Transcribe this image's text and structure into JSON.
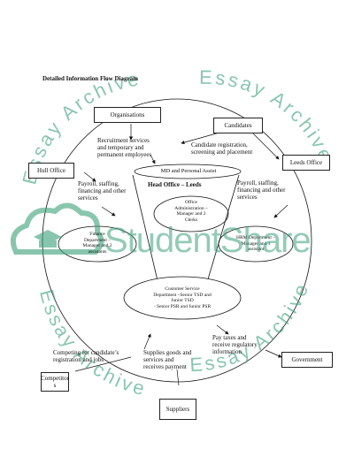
{
  "title": "Detailed Information Flow Diagram",
  "boxes": {
    "organisations": "Organisations",
    "candidates": "Candidates",
    "hull_office": "Hull Office",
    "leeds_office": "Leeds Office",
    "government": "Government",
    "competitors_line1": "Competitor",
    "competitors_line2": "s",
    "suppliers": "Suppliers",
    "md": "MD and Personal Assist"
  },
  "head_office": "Head Office – Leeds",
  "ellipses": {
    "office_admin": [
      "Office",
      "Administration –",
      "Manager and 2",
      "Clerks"
    ],
    "finance": [
      "Finance",
      "Department –",
      "Manager and 2",
      "assistants"
    ],
    "hrm": [
      "HRM Department –",
      "Manager and 1",
      "assistant"
    ],
    "customer_service": [
      "Customer Service",
      "Department –Senior TSD and",
      "Junior TSD",
      "- Senior PSR and Junior PSR"
    ]
  },
  "labels": {
    "recruitment": [
      "Recruitment services",
      "and temporary and",
      "permanent employees"
    ],
    "candidate_reg": [
      "Candidate registration,",
      "screening and placement"
    ],
    "payroll_left": [
      "Payroll, staffing,",
      "financing and other",
      "services"
    ],
    "payroll_right": [
      "Payroll, staffing,",
      "financing and other",
      "services"
    ],
    "competing": [
      "Competing for candidate’s",
      "registration and jobs"
    ],
    "supplies": [
      "Supplies goods and",
      "services and",
      "receives payment"
    ],
    "pay_taxes": [
      "Pay taxes and",
      "receive regulatory",
      "information"
    ]
  },
  "watermark": {
    "arc_text": "Essay Archive",
    "brand": "StudentShare",
    "color": "#3aa078"
  }
}
